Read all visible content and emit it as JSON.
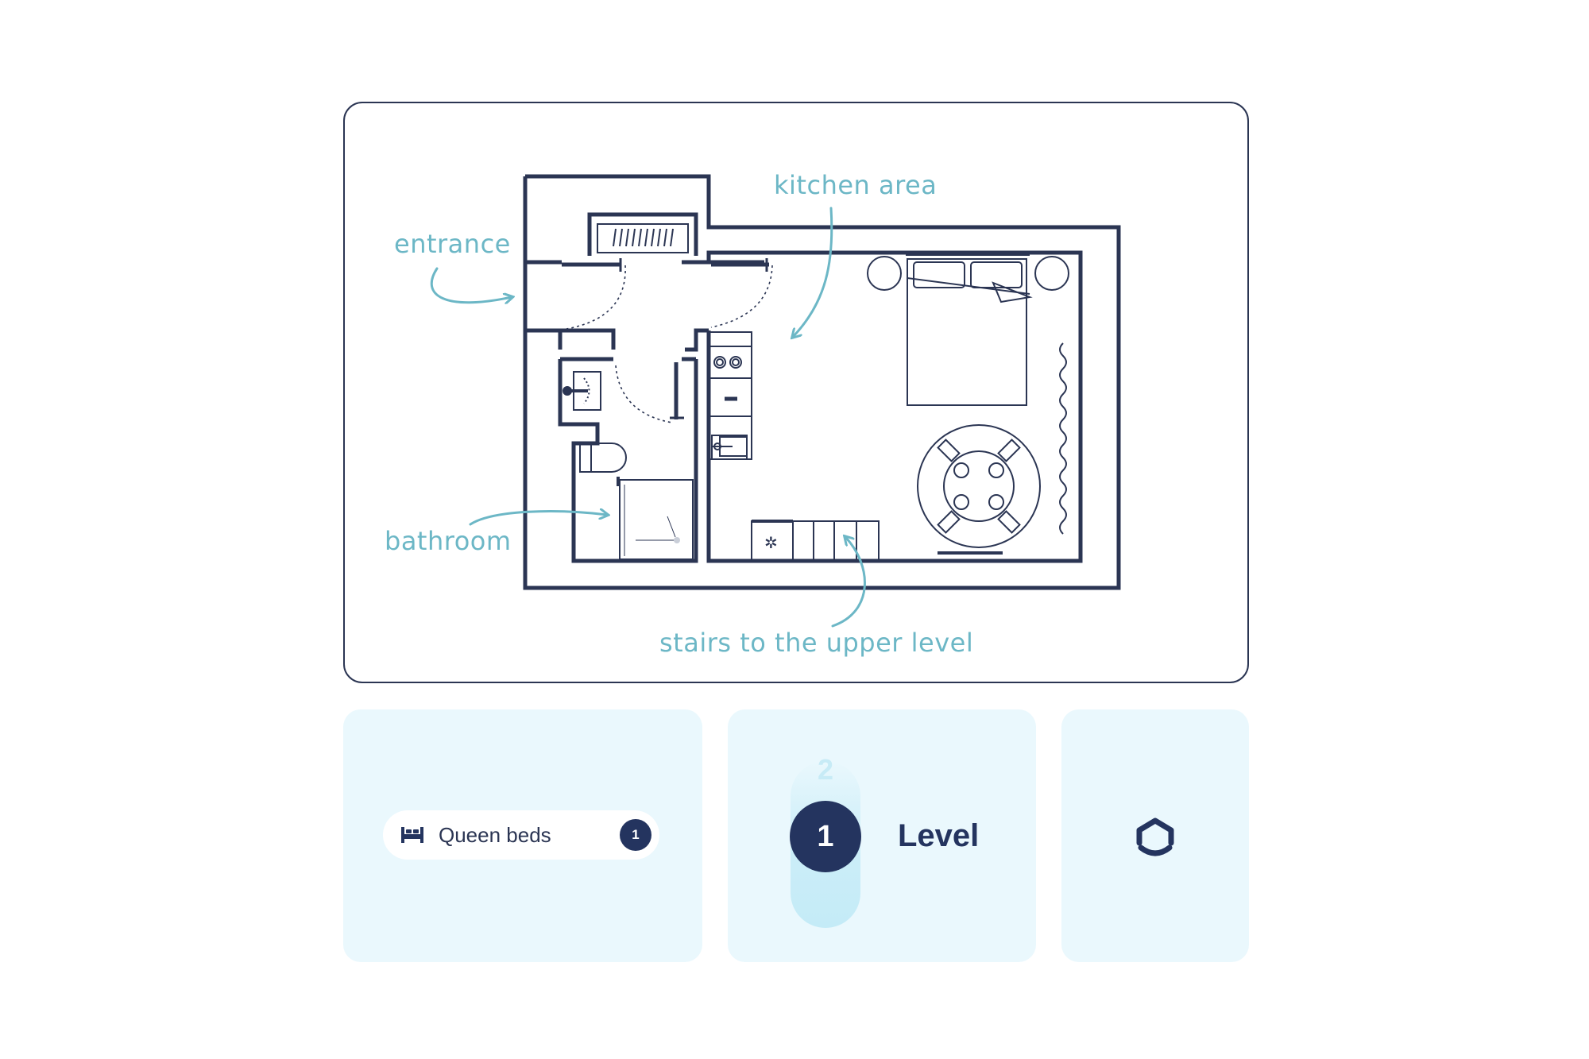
{
  "floor_plan": {
    "labels": {
      "entrance": "entrance",
      "kitchen": "kitchen area",
      "bathroom": "bathroom",
      "stairs": "stairs to the upper level"
    },
    "colors": {
      "walls": "#2b3553",
      "annotations": "#6cb7c6"
    }
  },
  "beds": {
    "icon": "bed-icon",
    "label": "Queen beds",
    "count": "1"
  },
  "levels": {
    "other_level": "2",
    "current_level": "1",
    "label": "Level"
  },
  "logo": {
    "icon": "house-logo-icon"
  },
  "colors": {
    "tile_background": "#eaf8fd",
    "accent_dark": "#24345f"
  }
}
